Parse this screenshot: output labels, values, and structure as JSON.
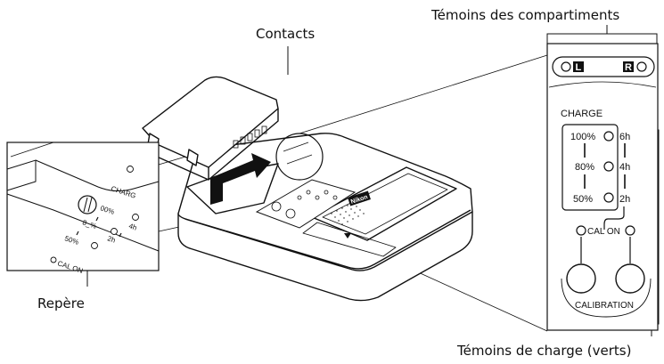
{
  "callouts": {
    "compartment_lamps": "Témoins des compartiments",
    "contacts": "Contacts",
    "mark": "Repère",
    "charge_lamps": "Témoins de charge (verts)"
  },
  "panel": {
    "slot_left": "L",
    "slot_right": "R",
    "charge": "CHARGE",
    "percents": [
      "100%",
      "80%",
      "50%"
    ],
    "hours": [
      "6h",
      "4h",
      "2h"
    ],
    "cal_on": "CAL ON",
    "calibration": "CALIBRATION"
  },
  "inset_left": {
    "charge": "CHARG",
    "p100": "00%",
    "p80": "8_%",
    "p50": "50%",
    "h4": "4h",
    "h2": "2h",
    "cal_on": "CAL ON"
  },
  "charger": {
    "brand": "Nikon"
  }
}
